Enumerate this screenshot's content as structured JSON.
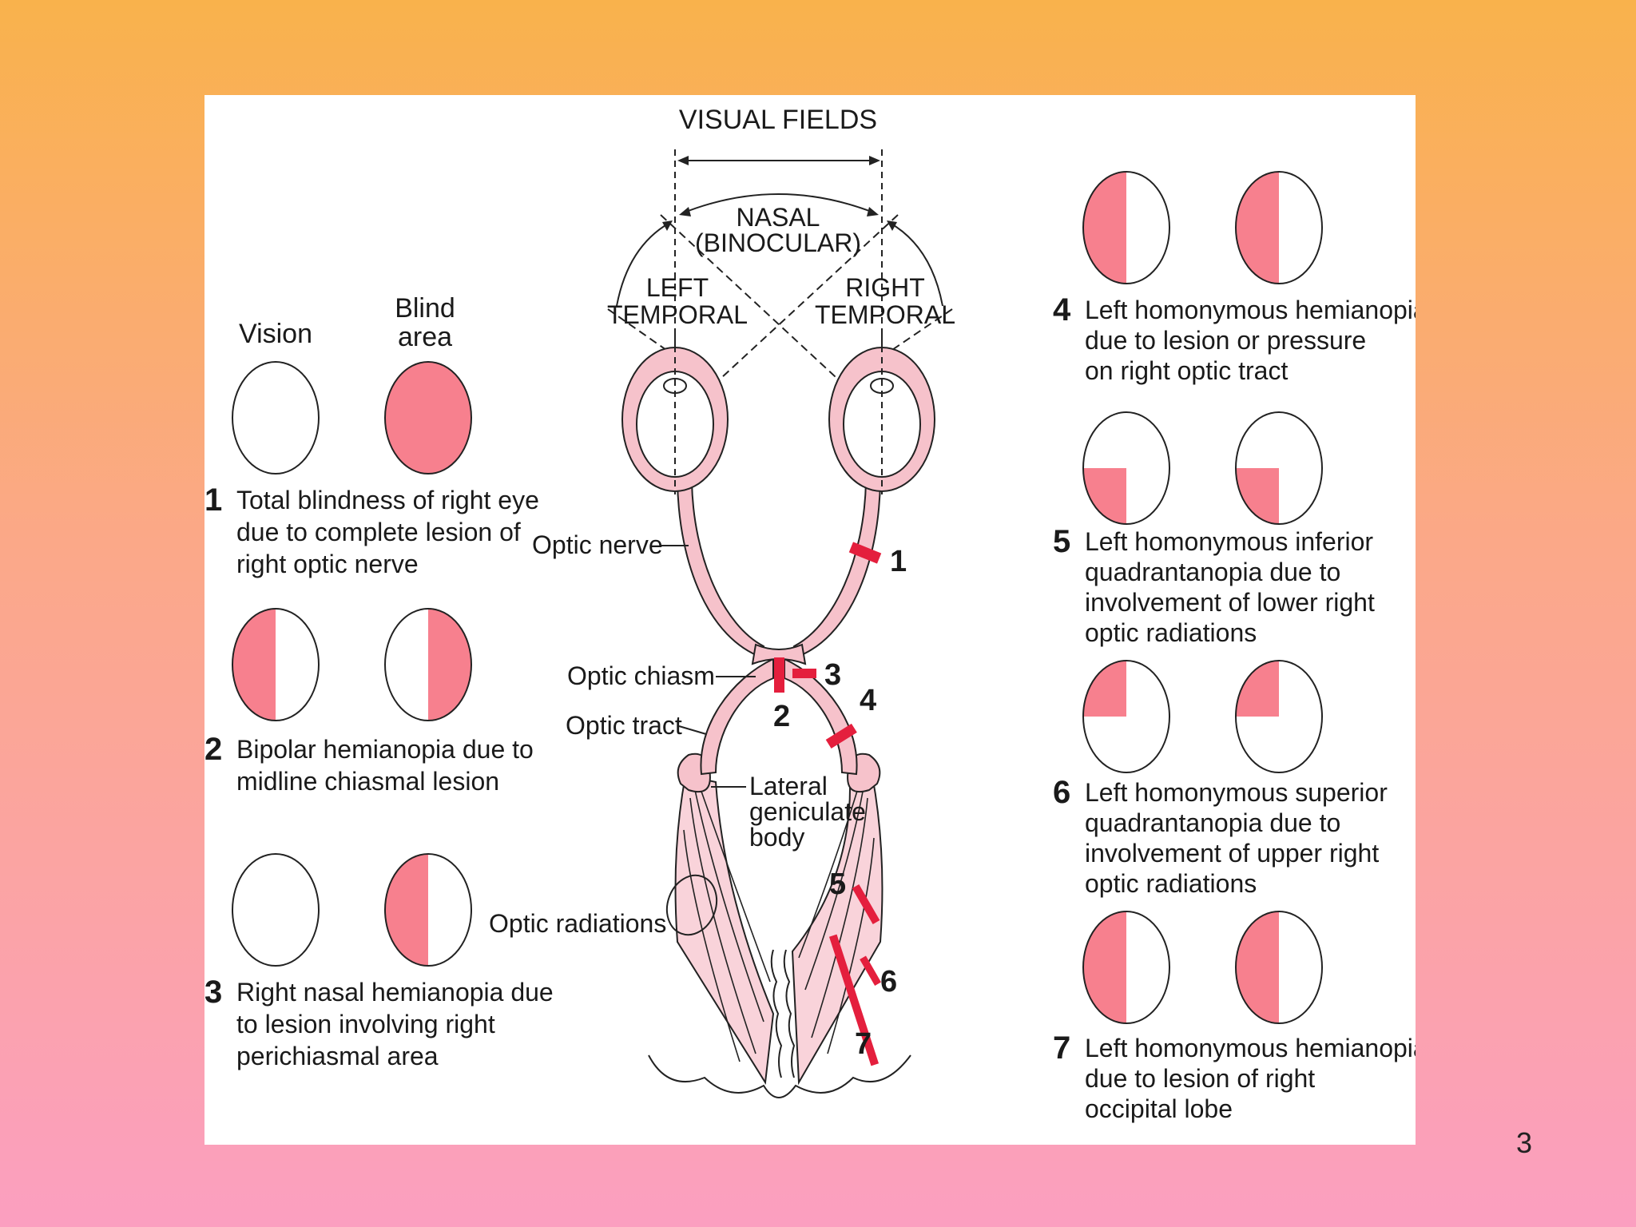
{
  "title": "VISUAL FIELDS",
  "colors": {
    "blind": "#f7808e",
    "tract": "#f6c2cb",
    "lesion": "#e41f3d",
    "outline": "#222222"
  },
  "field_labels": {
    "nasal_line1": "NASAL",
    "nasal_line2": "(BINOCULAR)",
    "left_line1": "LEFT",
    "left_line2": "TEMPORAL",
    "right_line1": "RIGHT",
    "right_line2": "TEMPORAL"
  },
  "column_headers": {
    "vision": "Vision",
    "blind_line1": "Blind",
    "blind_line2": "area"
  },
  "anatomy": {
    "optic_nerve": "Optic nerve",
    "optic_chiasm": "Optic chiasm",
    "optic_tract": "Optic tract",
    "lgb_line1": "Lateral",
    "lgb_line2": "geniculate",
    "lgb_line3": "body",
    "optic_radiations": "Optic radiations"
  },
  "lesion_markers": [
    "1",
    "2",
    "3",
    "4",
    "5",
    "6",
    "7"
  ],
  "cases": [
    {
      "number": "1",
      "lines": [
        "Total blindness of right eye",
        "due to complete lesion of",
        "right optic nerve"
      ]
    },
    {
      "number": "2",
      "lines": [
        "Bipolar hemianopia due to",
        "midline chiasmal lesion"
      ]
    },
    {
      "number": "3",
      "lines": [
        "Right nasal hemianopia due",
        "to lesion involving right",
        "perichiasmal area"
      ]
    },
    {
      "number": "4",
      "lines": [
        "Left homonymous hemianopia",
        "due to lesion or pressure",
        "on right optic tract"
      ]
    },
    {
      "number": "5",
      "lines": [
        "Left homonymous inferior",
        "quadrantanopia due to",
        "involvement of lower right",
        "optic radiations"
      ]
    },
    {
      "number": "6",
      "lines": [
        "Left homonymous superior",
        "quadrantanopia due to",
        "involvement of upper right",
        "optic radiations"
      ]
    },
    {
      "number": "7",
      "lines": [
        "Left homonymous hemianopia",
        "due to lesion of right",
        "occipital lobe"
      ]
    }
  ],
  "page_number": "3"
}
